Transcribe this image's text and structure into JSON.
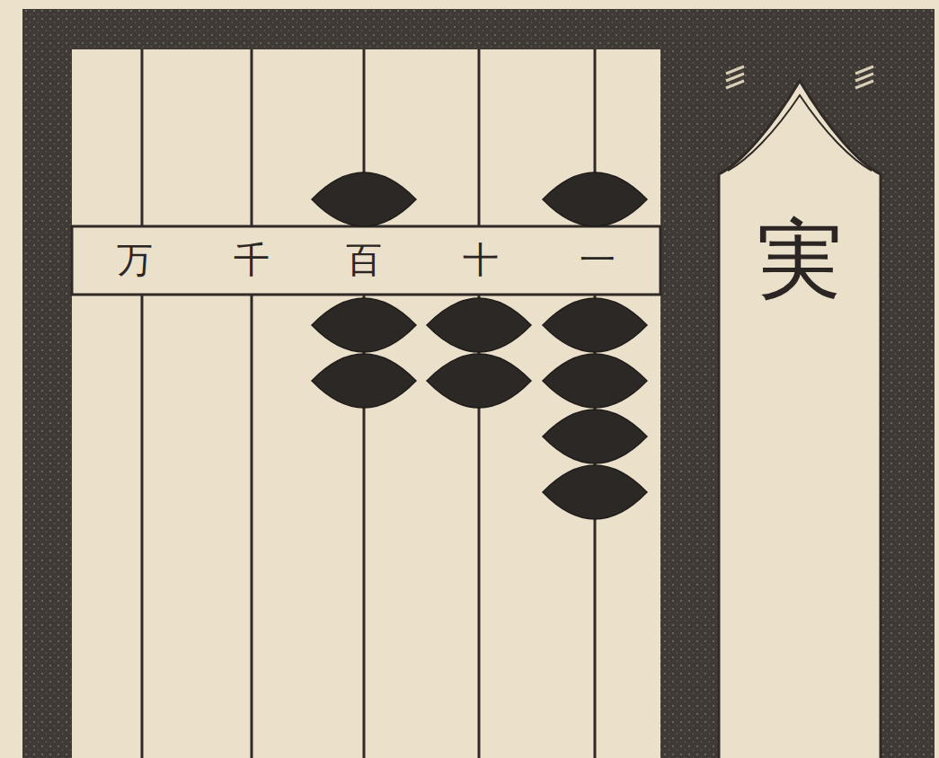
{
  "diagram": {
    "nodes": [
      {
        "text": [
          "実"
        ]
      }
    ],
    "labels": [
      "万",
      "千",
      "百",
      "十",
      "一"
    ]
  }
}
